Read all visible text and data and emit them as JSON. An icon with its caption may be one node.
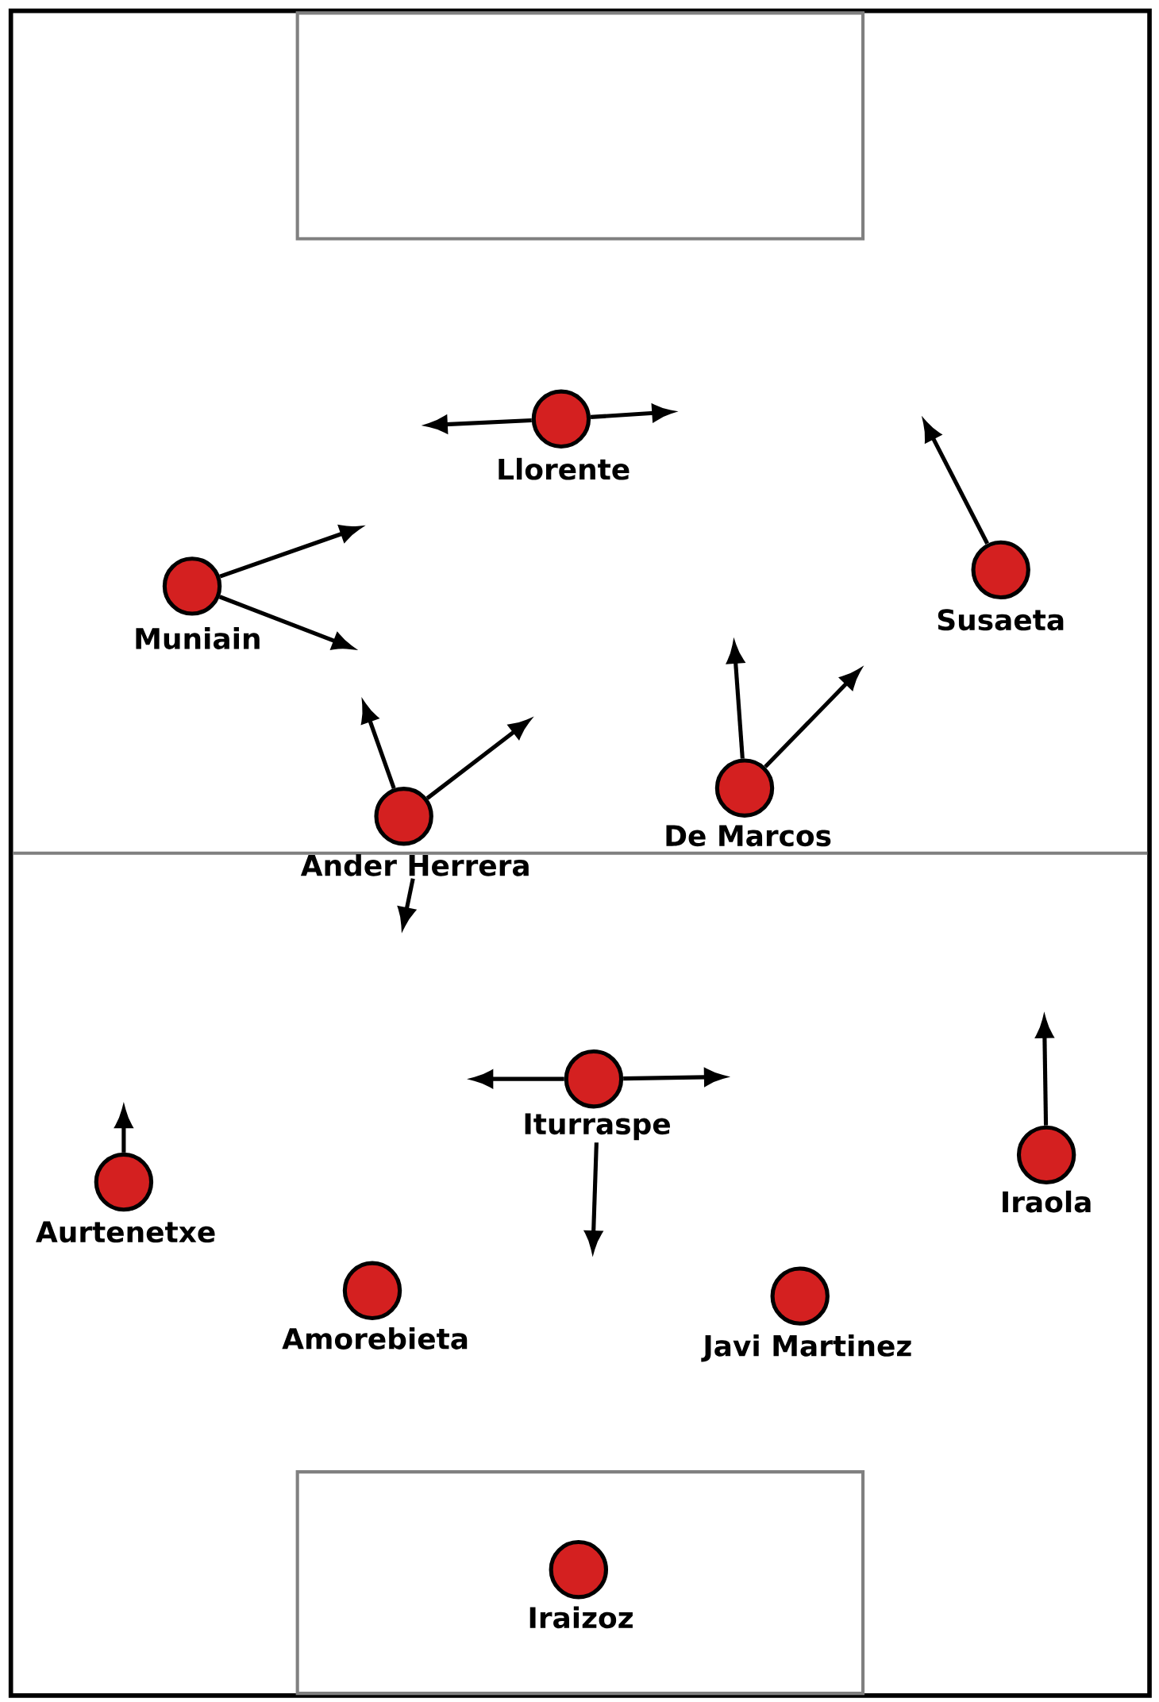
{
  "diagram": {
    "nodes": [
      {
        "text": [
          "Llorente"
        ]
      },
      {
        "text": [
          "Muniain"
        ]
      },
      {
        "text": [
          "Susaeta"
        ]
      },
      {
        "text": [
          "Ander Herrera"
        ]
      },
      {
        "text": [
          "De Marcos"
        ]
      },
      {
        "text": [
          "Iturraspe"
        ]
      },
      {
        "text": [
          "Aurtenetxe"
        ]
      },
      {
        "text": [
          "Iraola"
        ]
      },
      {
        "text": [
          "Amorebieta"
        ]
      },
      {
        "text": [
          "Javi Martinez"
        ]
      },
      {
        "text": [
          "Iraizoz"
        ]
      }
    ],
    "edges": [
      {
        "from": 0,
        "to": null,
        "arrow": "to"
      },
      {
        "from": 0,
        "to": null,
        "arrow": "to"
      },
      {
        "from": 1,
        "to": null,
        "arrow": "to"
      },
      {
        "from": 1,
        "to": null,
        "arrow": "to"
      },
      {
        "from": 2,
        "to": null,
        "arrow": "to"
      },
      {
        "from": 3,
        "to": null,
        "arrow": "to"
      },
      {
        "from": 3,
        "to": null,
        "arrow": "to"
      },
      {
        "from": 3,
        "to": null,
        "arrow": "to"
      },
      {
        "from": 4,
        "to": null,
        "arrow": "to"
      },
      {
        "from": 4,
        "to": null,
        "arrow": "to"
      },
      {
        "from": 5,
        "to": null,
        "arrow": "to"
      },
      {
        "from": 5,
        "to": null,
        "arrow": "to"
      },
      {
        "from": 5,
        "to": null,
        "arrow": "to"
      },
      {
        "from": 6,
        "to": null,
        "arrow": "to"
      },
      {
        "from": 7,
        "to": null,
        "arrow": "to"
      }
    ]
  }
}
